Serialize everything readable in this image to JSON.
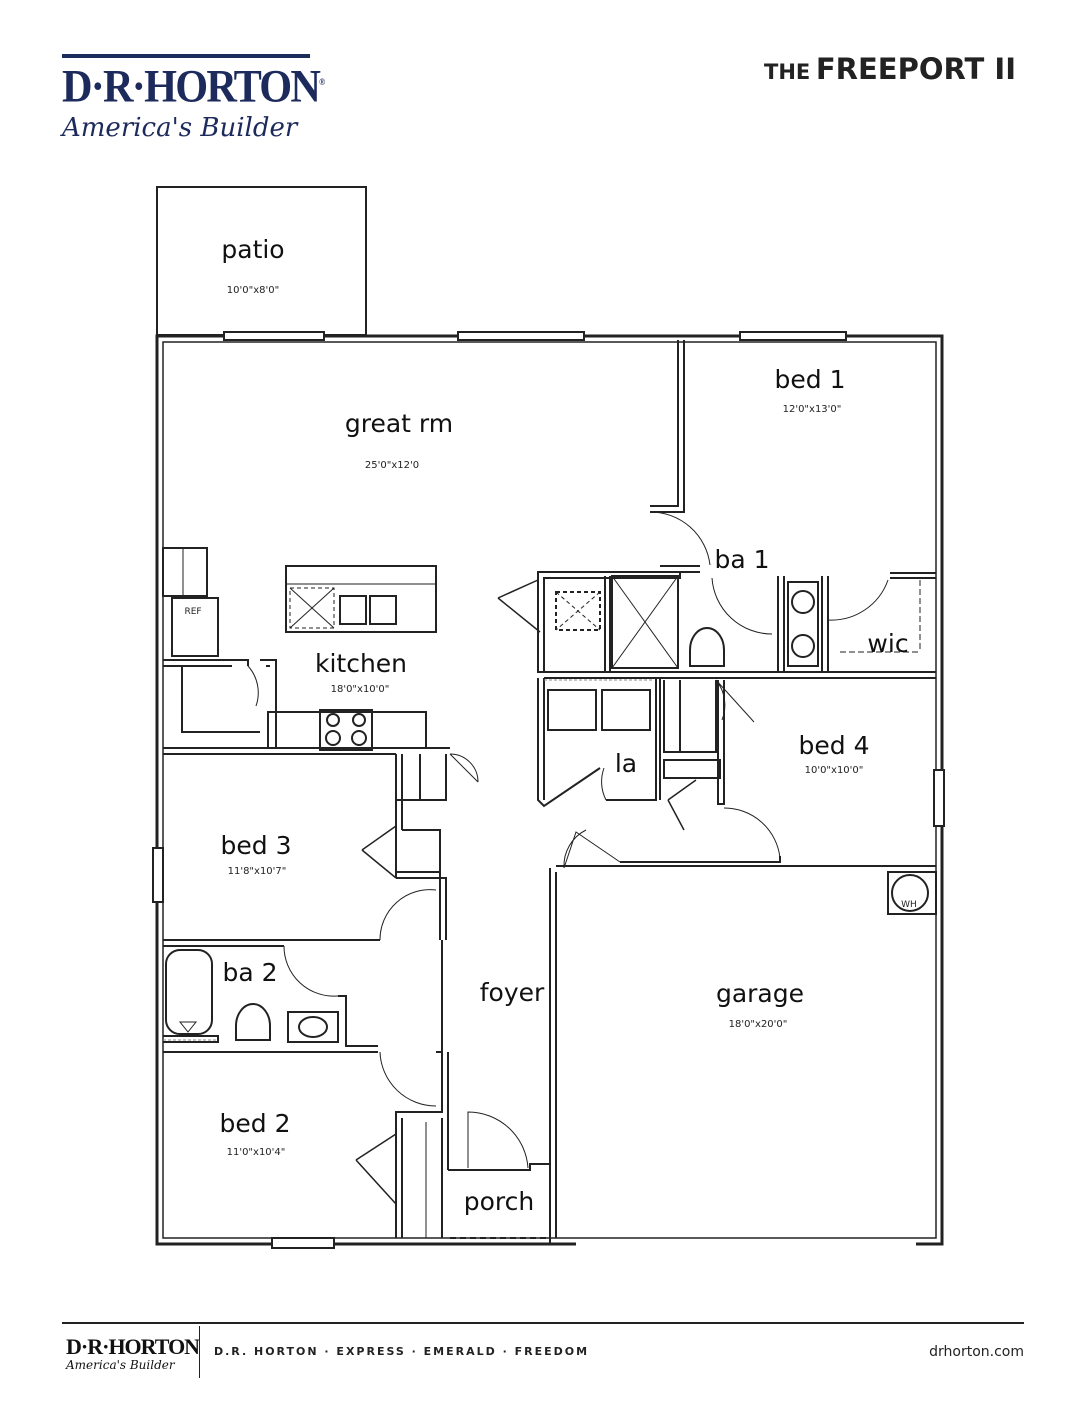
{
  "brand": {
    "name": "D·R·HORTON",
    "registered": "®",
    "tagline": "America's Builder"
  },
  "plan_title": {
    "prefix": "THE",
    "name": "FREEPORT II"
  },
  "rooms": {
    "patio": {
      "name": "patio",
      "dims": "10'0\"x8'0\""
    },
    "great_rm": {
      "name": "great rm",
      "dims": "25'0\"x12'0"
    },
    "bed1": {
      "name": "bed 1",
      "dims": "12'0\"x13'0\""
    },
    "ba1": {
      "name": "ba 1"
    },
    "wic": {
      "name": "wic"
    },
    "kitchen": {
      "name": "kitchen",
      "dims": "18'0\"x10'0\""
    },
    "ref": {
      "name": "REF"
    },
    "la": {
      "name": "la"
    },
    "bed4": {
      "name": "bed 4",
      "dims": "10'0\"x10'0\""
    },
    "bed3": {
      "name": "bed 3",
      "dims": "11'8\"x10'7\""
    },
    "ba2": {
      "name": "ba 2"
    },
    "foyer": {
      "name": "foyer"
    },
    "garage": {
      "name": "garage",
      "dims": "18'0\"x20'0\""
    },
    "wh": {
      "name": "WH"
    },
    "bed2": {
      "name": "bed 2",
      "dims": "11'0\"x10'4\""
    },
    "porch": {
      "name": "porch"
    }
  },
  "footer": {
    "brand_name": "D·R·HORTON",
    "tagline": "America's Builder",
    "brands": "D.R. HORTON · EXPRESS · EMERALD · FREEDOM",
    "url": "drhorton.com"
  }
}
